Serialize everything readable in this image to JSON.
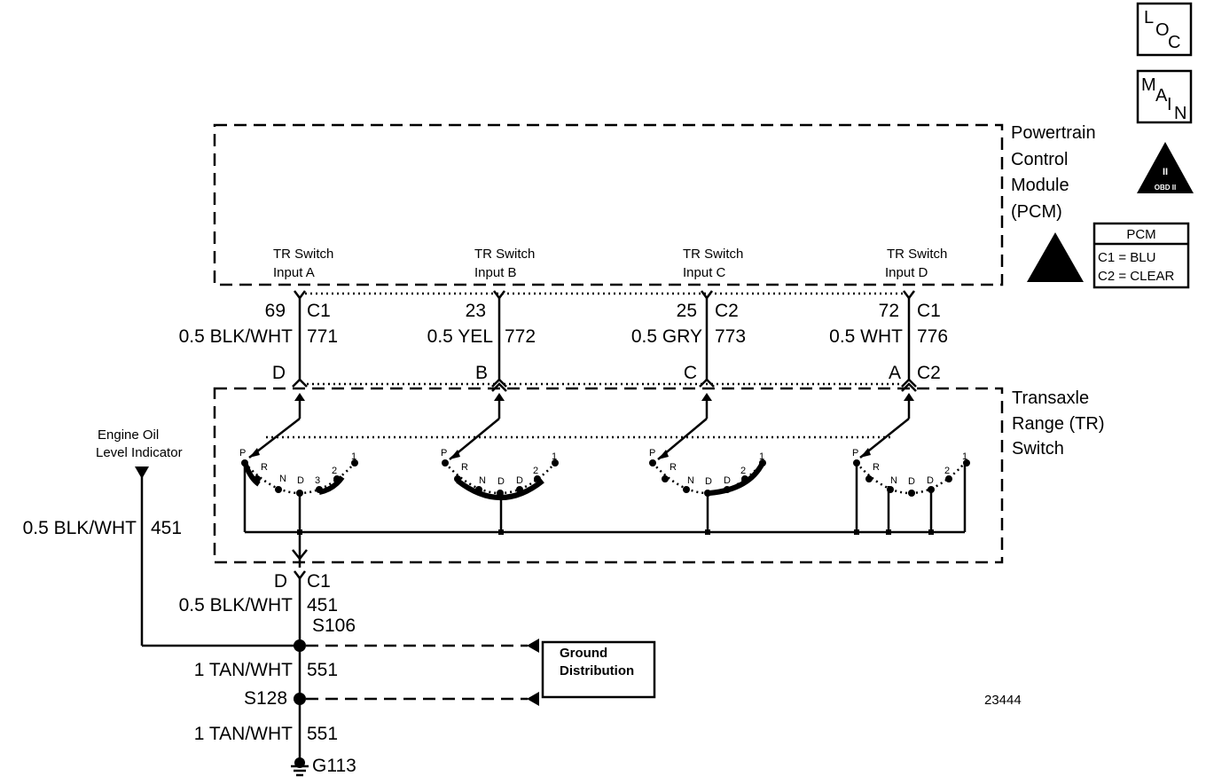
{
  "pcm": {
    "title_lines": [
      "Powertrain",
      "Control",
      "Module",
      "(PCM)"
    ],
    "inputs": [
      {
        "line1": "TR Switch",
        "line2": "Input A"
      },
      {
        "line1": "TR Switch",
        "line2": "Input B"
      },
      {
        "line1": "TR Switch",
        "line2": "Input C"
      },
      {
        "line1": "TR Switch",
        "line2": "Input D"
      }
    ],
    "connector_legend": {
      "title": "PCM",
      "c1": "C1 = BLU",
      "c2": "C2 = CLEAR"
    }
  },
  "circuits": [
    {
      "pin": "69",
      "conn": "C1",
      "wire": "0.5 BLK/WHT",
      "circuit": "771",
      "tr_pin": "D",
      "tr_conn": ""
    },
    {
      "pin": "23",
      "conn": "",
      "wire": "0.5 YEL",
      "circuit": "772",
      "tr_pin": "B",
      "tr_conn": ""
    },
    {
      "pin": "25",
      "conn": "C2",
      "wire": "0.5 GRY",
      "circuit": "773",
      "tr_pin": "C",
      "tr_conn": ""
    },
    {
      "pin": "72",
      "conn": "C1",
      "wire": "0.5 WHT",
      "circuit": "776",
      "tr_pin": "A",
      "tr_conn": "C2"
    }
  ],
  "tr_switch": {
    "title_lines": [
      "Transaxle",
      "Range (TR)",
      "Switch"
    ],
    "positions_a": [
      "P",
      "R",
      "N",
      "D",
      "3",
      "2",
      "1"
    ],
    "positions_b": [
      "P",
      "R",
      "N",
      "D",
      "D",
      "2",
      "1"
    ],
    "positions_c": [
      "P",
      "R",
      "N",
      "D",
      "D",
      "2",
      "1"
    ],
    "positions_d": [
      "P",
      "R",
      "N",
      "D",
      "D",
      "2",
      "1"
    ]
  },
  "engine_oil": {
    "label_lines": [
      "Engine Oil",
      "Level Indicator"
    ],
    "wire": "0.5 BLK/WHT",
    "circuit": "451"
  },
  "ground": {
    "tr_pin": "D",
    "tr_conn": "C1",
    "wire_451": "0.5 BLK/WHT",
    "circuit_451": "451",
    "splice_1": "S106",
    "wire_551a": "1 TAN/WHT",
    "circuit_551a": "551",
    "splice_2": "S128",
    "wire_551b": "1 TAN/WHT",
    "circuit_551b": "551",
    "ground_id": "G113",
    "distribution_lines": [
      "Ground",
      "Distribution"
    ]
  },
  "icons": {
    "loc": [
      "L",
      "O",
      "C"
    ],
    "main": [
      "M",
      "A",
      "I",
      "N"
    ],
    "obd": {
      "top": "II",
      "bottom": "OBD II"
    }
  },
  "figure_number": "23444"
}
